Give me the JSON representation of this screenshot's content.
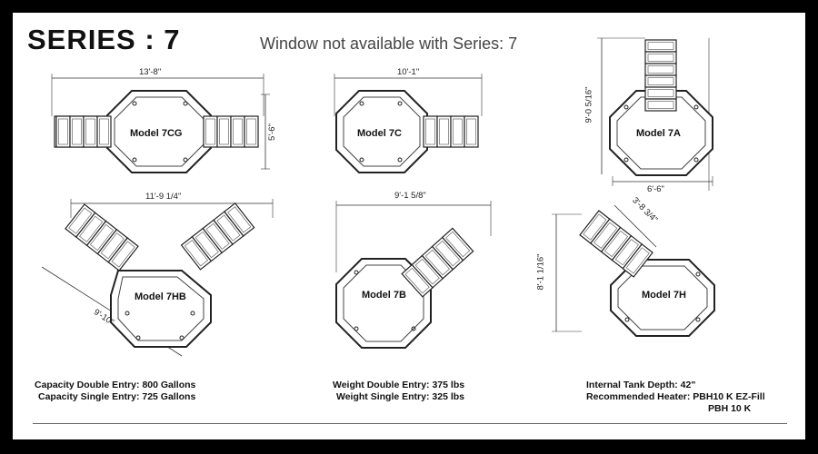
{
  "header": {
    "title": "SERIES : 7",
    "notice": "Window not available with Series: 7"
  },
  "models": {
    "m7cg": {
      "label": "Model 7CG",
      "width": "13'-8\"",
      "depth": "5'-6\""
    },
    "m7c": {
      "label": "Model 7C",
      "width": "10'-1\""
    },
    "m7a": {
      "label": "Model 7A",
      "width": "6'-6\"",
      "depth": "9'-0 5/16\""
    },
    "m7hb": {
      "label": "Model 7HB",
      "width": "11'-9 1/4\"",
      "diag": "9'-10\""
    },
    "m7b": {
      "label": "Model 7B",
      "width": "9'-1 5/8\""
    },
    "m7h": {
      "label": "Model 7H",
      "depth": "8'-1 1/16\"",
      "diag": "3'-8 3/4\""
    }
  },
  "specs": {
    "capacity_double": "Capacity Double Entry: 800 Gallons",
    "capacity_single": "Capacity Single Entry: 725 Gallons",
    "weight_double": "Weight Double Entry: 375 lbs",
    "weight_single": "Weight Single Entry: 325 lbs",
    "tank_depth": "Internal Tank Depth: 42\"",
    "heater_line1": "Recommended Heater: PBH10 K EZ-Fill",
    "heater_line2": "PBH 10 K"
  }
}
